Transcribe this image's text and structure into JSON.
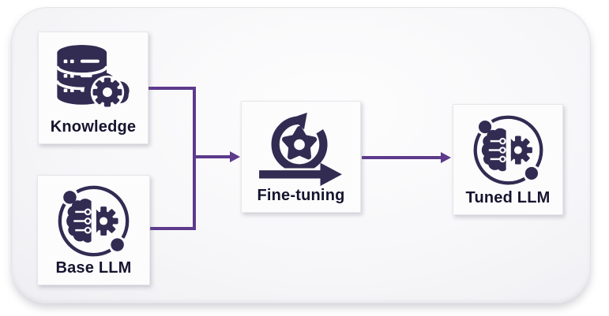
{
  "colors": {
    "accent_purple": "#5d3a8c",
    "icon_indigo": "#322b52",
    "label_text": "#16142e",
    "panel_fill": "#f5f5f8",
    "node_fill": "#fcfcfd"
  },
  "nodes": {
    "knowledge": {
      "label": "Knowledge",
      "icon": "database-gear-icon"
    },
    "base_llm": {
      "label": "Base LLM",
      "icon": "brain-chip-icon"
    },
    "fine_tuning": {
      "label": "Fine-tuning",
      "icon": "sprint-cycle-gear-icon"
    },
    "tuned_llm": {
      "label": "Tuned LLM",
      "icon": "brain-chip-icon"
    }
  },
  "edges": [
    {
      "from": "knowledge",
      "to": "fine_tuning"
    },
    {
      "from": "base_llm",
      "to": "fine_tuning"
    },
    {
      "from": "fine_tuning",
      "to": "tuned_llm"
    }
  ]
}
